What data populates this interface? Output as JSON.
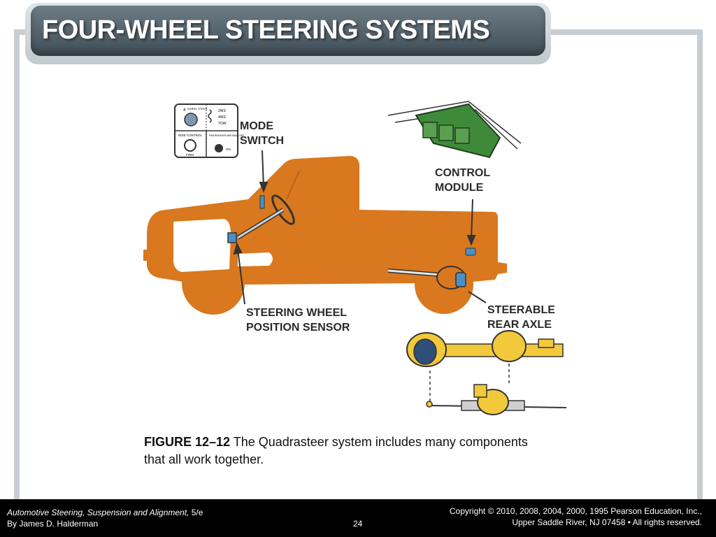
{
  "slide": {
    "title": "FOUR-WHEEL STEERING SYSTEMS"
  },
  "figure": {
    "labels": {
      "mode_switch_1": "MODE",
      "mode_switch_2": "SWITCH",
      "control_module_1": "CONTROL",
      "control_module_2": "MODULE",
      "sensor_1": "STEERING WHEEL",
      "sensor_2": "POSITION SENSOR",
      "rear_axle_1": "STEERABLE",
      "rear_axle_2": "REAR AXLE"
    },
    "switch_panel": {
      "four_wheel": "4",
      "wheel_steer": "WHEEL STEER",
      "opt_2ws": "2WS",
      "opt_4ws": "4WS",
      "opt_tow": "TOW",
      "ride_control": "RIDE CONTROL",
      "firm": "FIRM",
      "passenger_airbag": "PASSENGER AIR BAG OFF",
      "on": "ON"
    },
    "colors": {
      "truck": "#d9781e",
      "control_module": "#3f8a3a",
      "axle": "#f2c93a",
      "sensor": "#4a90c8"
    }
  },
  "caption": {
    "figure_number": "FIGURE 12–12",
    "text": " The Quadrasteer system includes many components that all work together."
  },
  "footer": {
    "book_title": "Automotive Steering, Suspension and Alignment,",
    "edition": " 5/e",
    "author": "By James D. Halderman",
    "page_number": "24",
    "copyright": "Copyright © 2010, 2008, 2004, 2000, 1995 Pearson Education, Inc.,",
    "address": "Upper Saddle River, NJ 07458 • All rights reserved."
  }
}
